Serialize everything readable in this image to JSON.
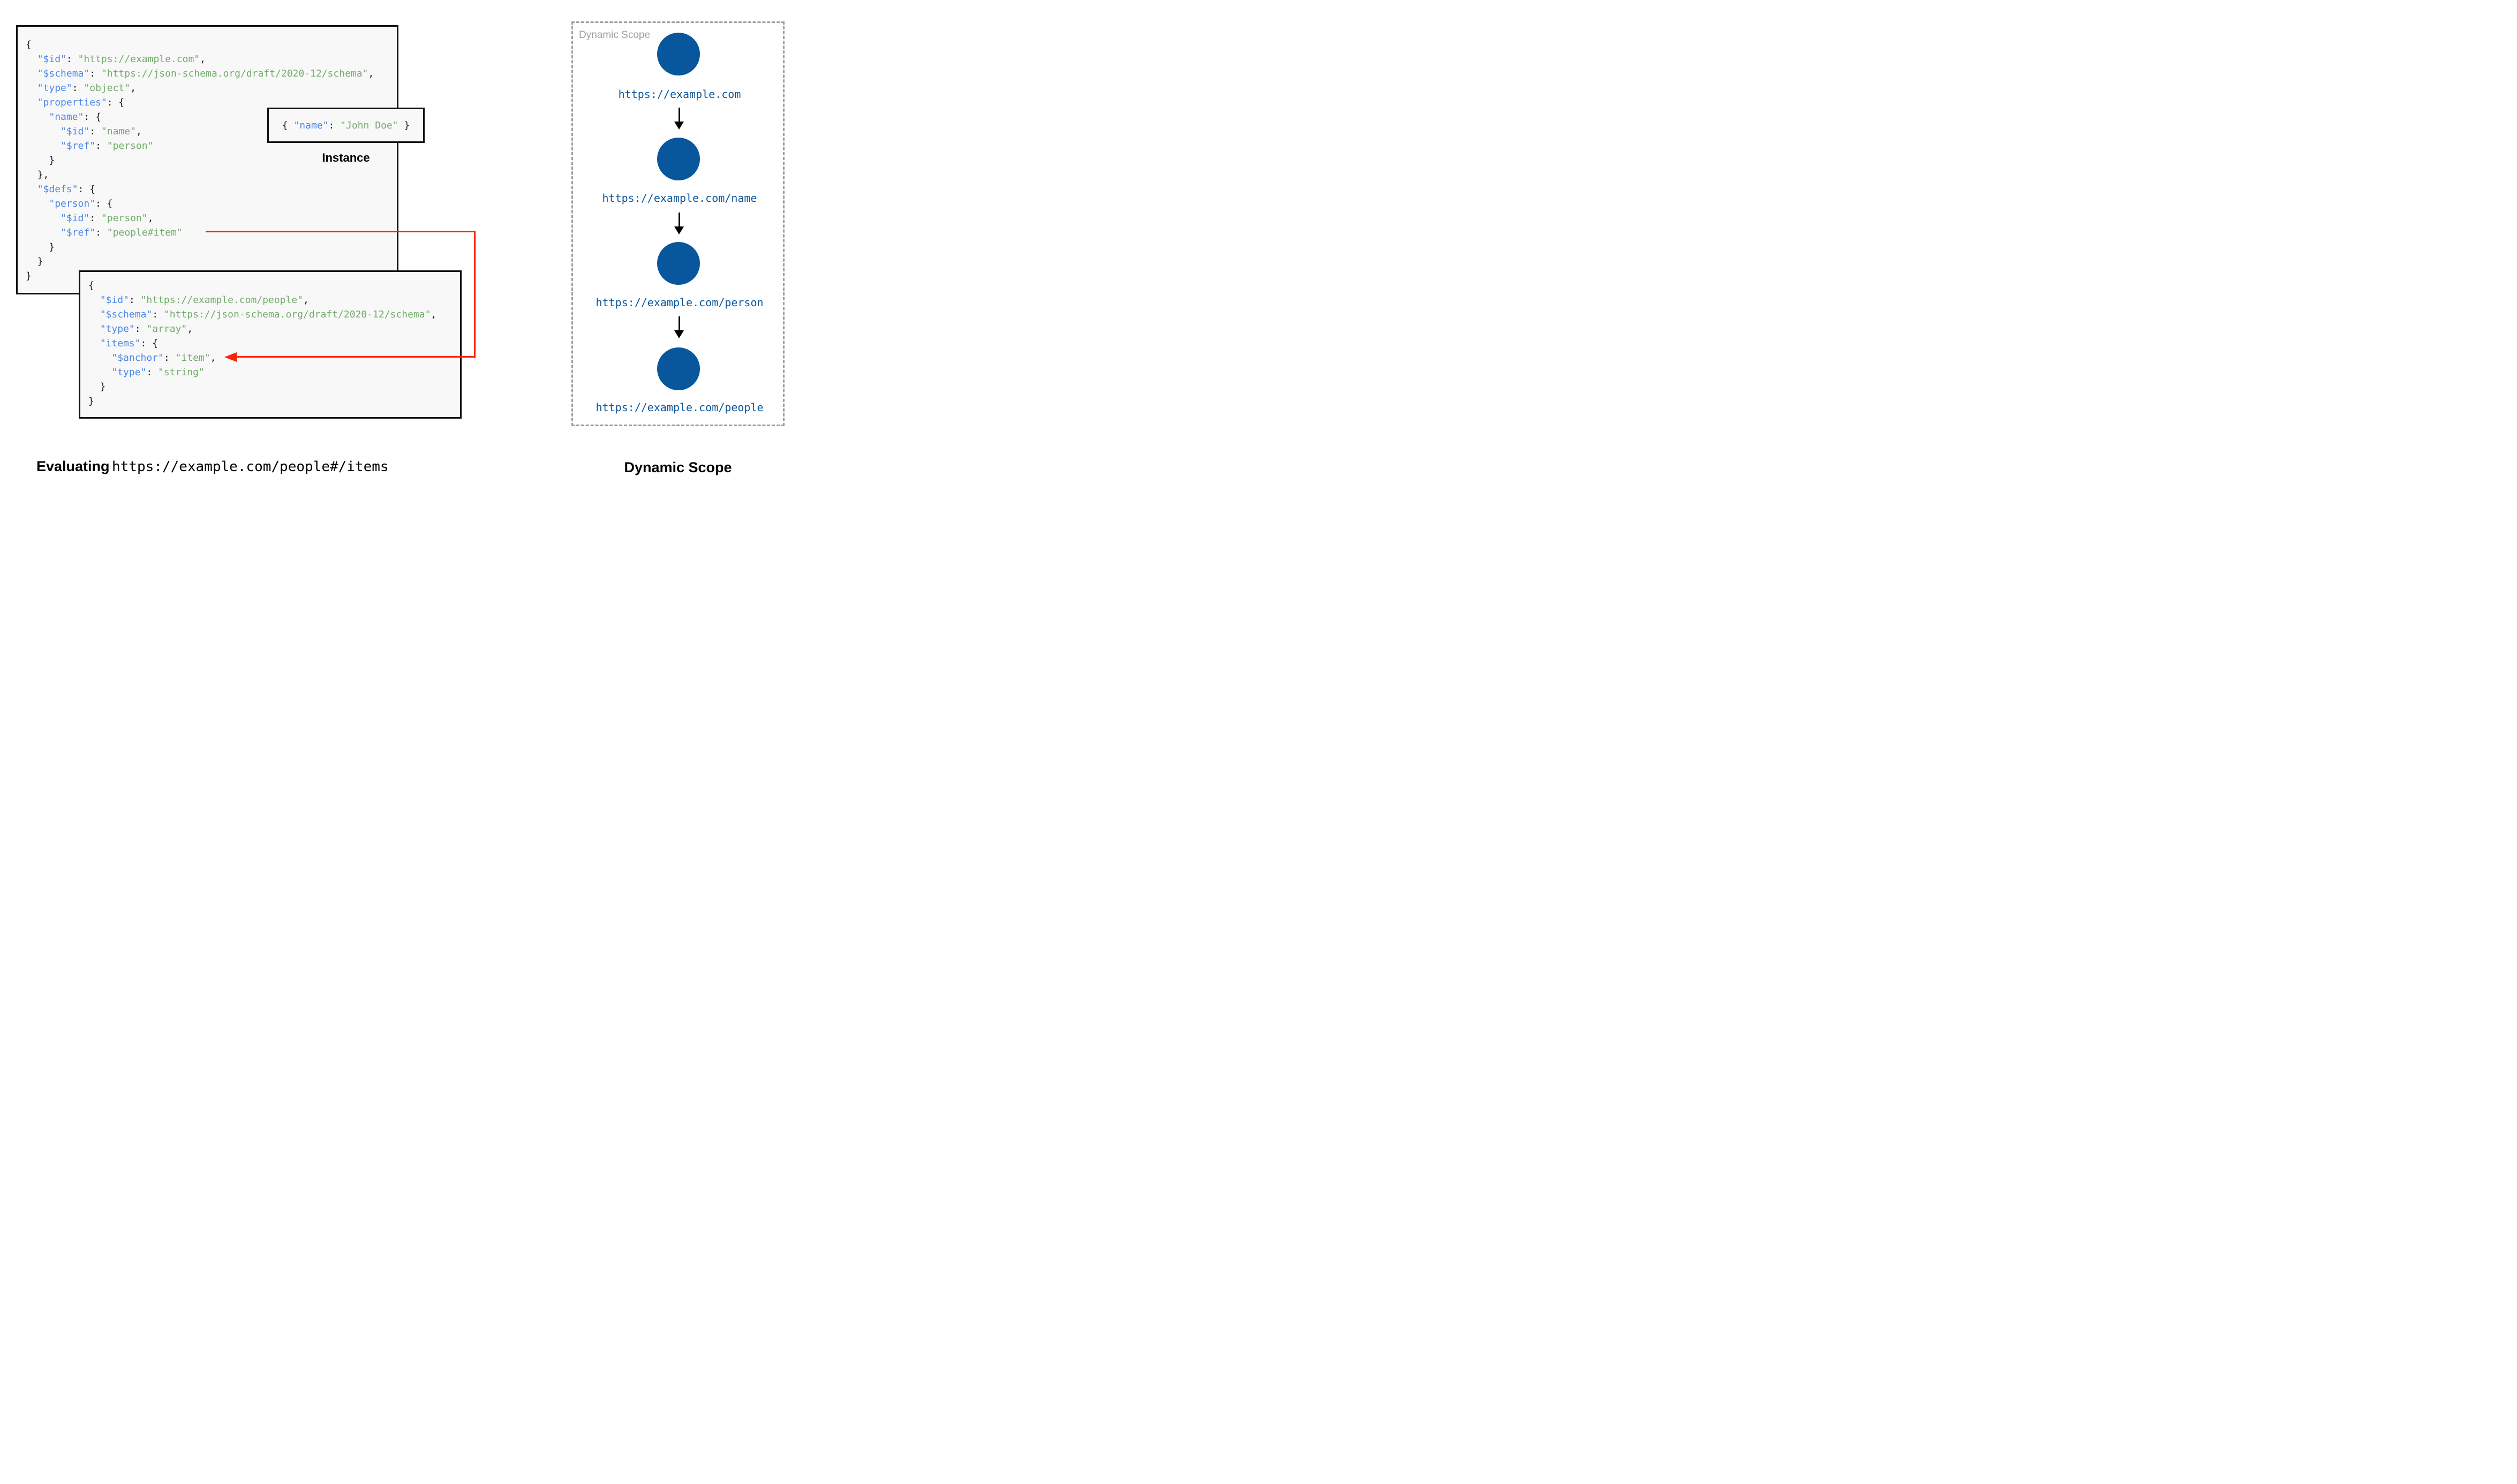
{
  "colors": {
    "key_blue": "#4a86e8",
    "string_green": "#72ab6a",
    "punctuation": "#1a1a1a",
    "node_blue": "#08569c",
    "label_blue": "#0d579c",
    "red_arrow": "#fc2204",
    "box_background": "#f8f8f8",
    "panel_gray": "#9e9e9e"
  },
  "schema_root": {
    "code": "{\n  \"$id\": \"https://example.com\",\n  \"$schema\": \"https://json-schema.org/draft/2020-12/schema\",\n  \"type\": \"object\",\n  \"properties\": {\n    \"name\": {\n      \"$id\": \"name\",\n      \"$ref\": \"person\"\n    }\n  },\n  \"$defs\": {\n    \"person\": {\n      \"$id\": \"person\",\n      \"$ref\": \"people#item\"\n    }\n  }\n}"
  },
  "instance": {
    "code": "{ \"name\": \"John Doe\" }",
    "label": "Instance"
  },
  "schema_people": {
    "code": "{\n  \"$id\": \"https://example.com/people\",\n  \"$schema\": \"https://json-schema.org/draft/2020-12/schema\",\n  \"type\": \"array\",\n  \"items\": {\n    \"$anchor\": \"item\",\n    \"type\": \"string\"\n  }\n}"
  },
  "dynamic_scope": {
    "panel_label": "Dynamic Scope",
    "caption": "Dynamic Scope",
    "nodes": [
      "https://example.com",
      "https://example.com/name",
      "https://example.com/person",
      "https://example.com/people"
    ]
  },
  "evaluating": {
    "prefix": "Evaluating",
    "uri": "https://example.com/people#/items"
  }
}
